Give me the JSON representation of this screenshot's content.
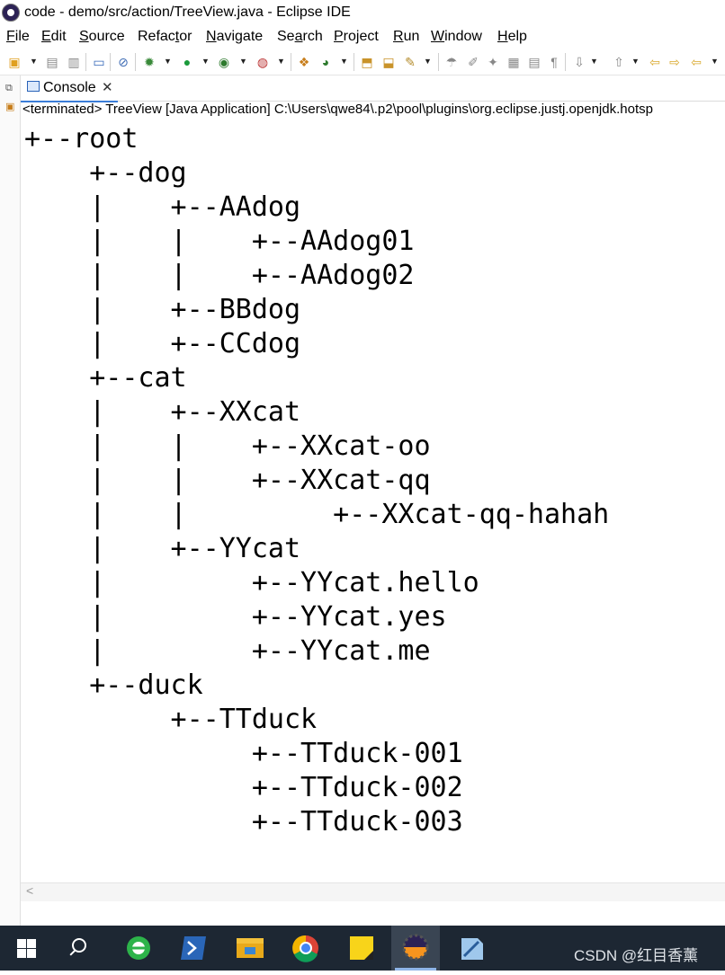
{
  "window": {
    "title": "code - demo/src/action/TreeView.java - Eclipse IDE"
  },
  "menu": {
    "items": [
      {
        "label": "File",
        "u": "F",
        "rest": "ile"
      },
      {
        "label": "Edit",
        "u": "E",
        "rest": "dit"
      },
      {
        "label": "Source",
        "u": "S",
        "rest": "ource"
      },
      {
        "label": "Refactor",
        "pre": "Refac",
        "u": "t",
        "rest": "or"
      },
      {
        "label": "Navigate",
        "u": "N",
        "rest": "avigate"
      },
      {
        "label": "Search",
        "pre": "Se",
        "u": "a",
        "rest": "rch"
      },
      {
        "label": "Project",
        "u": "P",
        "rest": "roject"
      },
      {
        "label": "Run",
        "u": "R",
        "rest": "un"
      },
      {
        "label": "Window",
        "u": "W",
        "rest": "indow"
      },
      {
        "label": "Help",
        "u": "H",
        "rest": "elp"
      }
    ]
  },
  "console": {
    "tab_label": "Console",
    "close_glyph": "✕",
    "status": "<terminated> TreeView [Java Application] C:\\Users\\qwe84\\.p2\\pool\\plugins\\org.eclipse.justj.openjdk.hotsp",
    "output_lines": [
      "+--root",
      "    +--dog",
      "    |    +--AAdog",
      "    |    |    +--AAdog01",
      "    |    |    +--AAdog02",
      "    |    +--BBdog",
      "    |    +--CCdog",
      "    +--cat",
      "    |    +--XXcat",
      "    |    |    +--XXcat-oo",
      "    |    |    +--XXcat-qq",
      "    |    |         +--XXcat-qq-hahah",
      "    |    +--YYcat",
      "    |         +--YYcat.hello",
      "    |         +--YYcat.yes",
      "    |         +--YYcat.me",
      "    +--duck",
      "         +--TTduck",
      "              +--TTduck-001",
      "              +--TTduck-002",
      "              +--TTduck-003"
    ]
  },
  "scroll": {
    "left_arrow": "<"
  },
  "taskbar": {
    "watermark": "CSDN @红目香薰"
  },
  "colors": {
    "accent": "#3b7dd8",
    "taskbar": "#1d2733"
  }
}
